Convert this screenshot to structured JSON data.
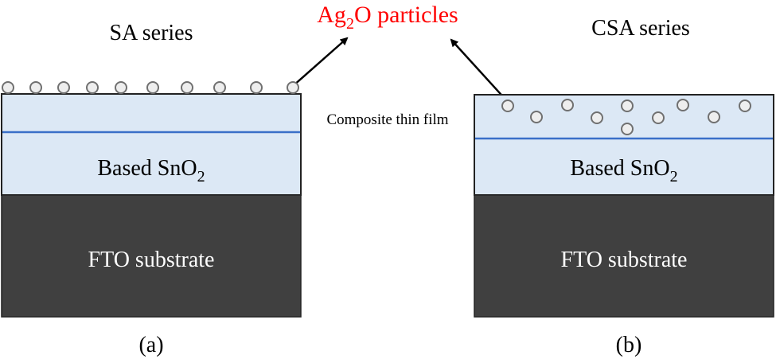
{
  "title": {
    "main": "Ag",
    "sub": "2",
    "rest": "O particles",
    "color": "#ff0000"
  },
  "panels": [
    {
      "series_label": "SA series",
      "film_layer": {
        "label": "Based SnO",
        "sub": "2"
      },
      "substrate": {
        "label": "FTO substrate"
      },
      "caption": "(a)"
    },
    {
      "series_label": "CSA series",
      "film_layer": {
        "label": "Based SnO",
        "sub": "2"
      },
      "substrate": {
        "label": "FTO substrate"
      },
      "caption": "(b)"
    }
  ],
  "annotation": "Composite thin film",
  "colors": {
    "film": "#dce8f5",
    "interface_line": "#3a6fc8",
    "substrate": "#404040",
    "particle_fill": "#eeeeee",
    "particle_stroke": "#707070"
  }
}
